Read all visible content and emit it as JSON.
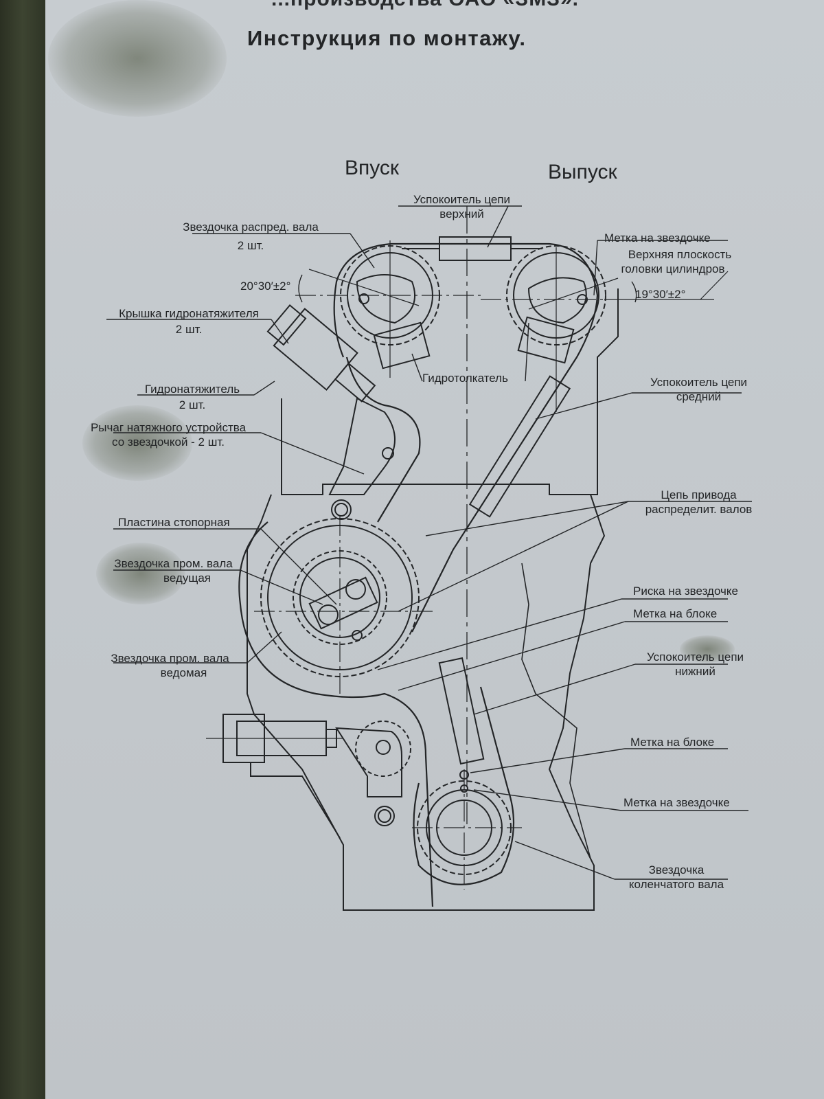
{
  "document": {
    "title_partial": "...производства ОАО «ЗМЗ».",
    "title": "Инструкция по монтажу."
  },
  "headers": {
    "intake": "Впуск",
    "exhaust": "Выпуск"
  },
  "angles": {
    "intake_angle": "20°30′±2°",
    "exhaust_angle": "19°30′±2°"
  },
  "labels": {
    "upper_damper": [
      "Успокоитель цепи",
      "верхний"
    ],
    "camshaft_sprocket": [
      "Звездочка распред. вала",
      "2 шт."
    ],
    "tensioner_cap": [
      "Крышка гидронатяжителя",
      "2 шт."
    ],
    "hydraulic_tensioner": [
      "Гидронатяжитель",
      "2 шт."
    ],
    "tensioner_lever": [
      "Рычаг натяжного устройства",
      "со звездочкой - 2 шт."
    ],
    "lock_plate": "Пластина стопорная",
    "intermediate_drive_sprocket": [
      "Звездочка пром. вала",
      "ведущая"
    ],
    "intermediate_driven_sprocket": [
      "Звездочка пром. вала",
      "ведомая"
    ],
    "sprocket_mark_top": "Метка на звездочке",
    "head_plane": [
      "Верхняя плоскость",
      "головки цилиндров"
    ],
    "hydraulic_lifter": "Гидротолкатель",
    "middle_damper": [
      "Успокоитель цепи",
      "средний"
    ],
    "camshaft_chain": [
      "Цепь привода",
      "распределит. валов"
    ],
    "sprocket_notch": "Риска на звездочке",
    "block_mark_mid": "Метка на блоке",
    "lower_damper": [
      "Успокоитель цепи",
      "нижний"
    ],
    "block_mark_low": "Метка на блоке",
    "sprocket_mark_low": "Метка на звездочке",
    "crankshaft_sprocket": [
      "Звездочка",
      "коленчатого вала"
    ]
  },
  "colors": {
    "ink": "#232527",
    "paper": "#c5cacd",
    "background": "#2f3526"
  }
}
